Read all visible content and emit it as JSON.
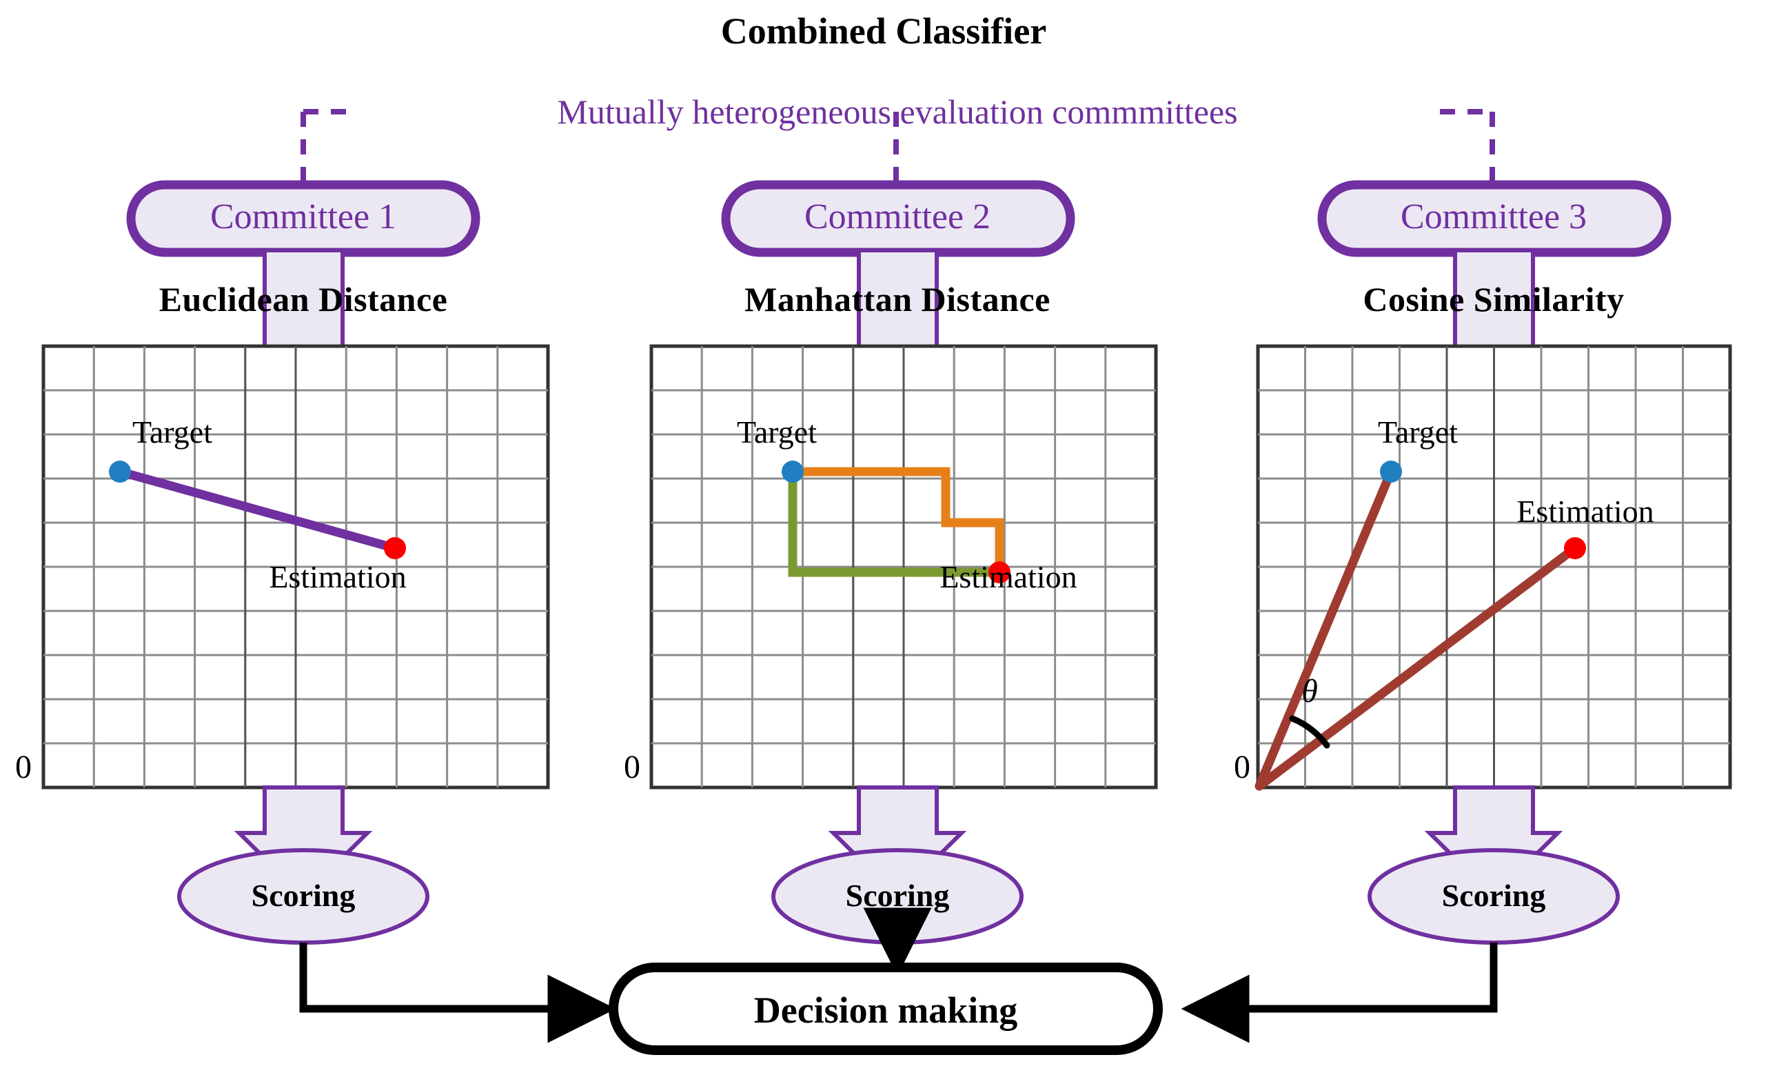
{
  "header": {
    "title": "Combined Classifier",
    "subtitle": "Mutually heterogeneous evaluation commmittees"
  },
  "committees": [
    {
      "box_label": "Committee 1",
      "metric_title": "Euclidean Distance",
      "scoring_label": "Scoring",
      "panel": {
        "target_label": "Target",
        "estimation_label": "Estimation",
        "origin_label": "0"
      }
    },
    {
      "box_label": "Committee 2",
      "metric_title": "Manhattan Distance",
      "scoring_label": "Scoring",
      "panel": {
        "target_label": "Target",
        "estimation_label": "Estimation",
        "origin_label": "0"
      }
    },
    {
      "box_label": "Committee 3",
      "metric_title": "Cosine Similarity",
      "scoring_label": "Scoring",
      "panel": {
        "target_label": "Target",
        "estimation_label": "Estimation",
        "origin_label": "0",
        "angle_label": "θ"
      }
    }
  ],
  "decision": {
    "label": "Decision making"
  },
  "colors": {
    "purple": "#7030A0",
    "purple_fill": "#ECE8F3",
    "grid_line": "#8C8C8C",
    "grid_border": "#333333",
    "target_dot": "#1F7FC0",
    "estimation_dot": "#F90000",
    "euclidean_line": "#7030A0",
    "manhattan_path_a": "#E8801A",
    "manhattan_path_b": "#7A9A31",
    "cosine_vector": "#A03B32",
    "black": "#000000"
  },
  "chart_data": [
    {
      "type": "scatter",
      "title": "Euclidean Distance",
      "grid": {
        "cols": 10,
        "rows": 10,
        "major_every": 3
      },
      "points": [
        {
          "name": "Target",
          "x": 1.5,
          "y": 6.5,
          "color": "#1F7FC0"
        },
        {
          "name": "Estimation",
          "x": 5.5,
          "y": 4.5,
          "color": "#F90000"
        }
      ],
      "connector": {
        "kind": "straight",
        "color": "#7030A0",
        "from": "Target",
        "to": "Estimation"
      }
    },
    {
      "type": "scatter",
      "title": "Manhattan Distance",
      "grid": {
        "cols": 10,
        "rows": 10,
        "major_every": 3
      },
      "points": [
        {
          "name": "Target",
          "x": 1.5,
          "y": 6.5,
          "color": "#1F7FC0"
        },
        {
          "name": "Estimation",
          "x": 5.5,
          "y": 4.5,
          "color": "#F90000"
        }
      ],
      "paths": [
        {
          "name": "staircase",
          "color": "#E8801A",
          "vertices": [
            [
              1.5,
              6.5
            ],
            [
              4.5,
              6.5
            ],
            [
              4.5,
              5.5
            ],
            [
              5.5,
              5.5
            ],
            [
              5.5,
              4.5
            ]
          ]
        },
        {
          "name": "L-path",
          "color": "#7A9A31",
          "vertices": [
            [
              1.5,
              6.5
            ],
            [
              1.5,
              4.5
            ],
            [
              5.5,
              4.5
            ]
          ]
        }
      ]
    },
    {
      "type": "scatter",
      "title": "Cosine Similarity",
      "grid": {
        "cols": 10,
        "rows": 10,
        "major_every": 3
      },
      "origin": [
        0,
        0
      ],
      "points": [
        {
          "name": "Target",
          "x": 1.8,
          "y": 6.5,
          "color": "#1F7FC0"
        },
        {
          "name": "Estimation",
          "x": 5.5,
          "y": 4.5,
          "color": "#F90000"
        }
      ],
      "vectors": [
        {
          "name": "target-vector",
          "color": "#A03B32",
          "from": [
            0,
            0
          ],
          "to": [
            1.8,
            6.5
          ]
        },
        {
          "name": "estimation-vector",
          "color": "#A03B32",
          "from": [
            0,
            0
          ],
          "to": [
            5.5,
            4.5
          ]
        }
      ],
      "angle": {
        "label": "θ",
        "between": [
          "target-vector",
          "estimation-vector"
        ]
      }
    }
  ]
}
